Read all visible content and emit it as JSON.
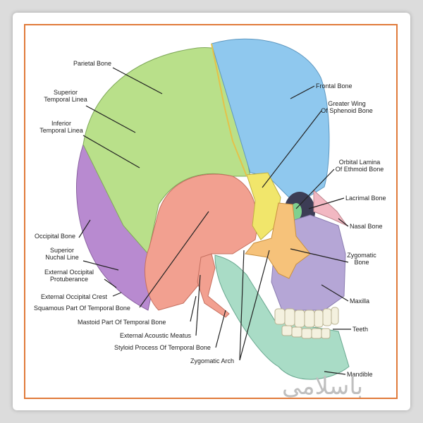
{
  "labels": {
    "parietal_bone": "Parietal Bone",
    "superior_temporal_linea": "Superior\nTemporal Linea",
    "inferior_temporal_linea": "Inferior\nTemporal Linea",
    "occipital_bone": "Occipital Bone",
    "superior_nuchal_line": "Superior\nNuchal Line",
    "external_occipital_protuberance": "External Occipital\nProtuberance",
    "external_occipital_crest": "External Occipital Crest",
    "squamous_part": "Squamous Part Of Temporal Bone",
    "mastoid_part": "Mastoid Part Of Temporal Bone",
    "external_acoustic_meatus": "External Acoustic Meatus",
    "styloid_process": "Styloid Process Of Temporal Bone",
    "zygomatic_arch": "Zygomatic Arch",
    "frontal_bone": "Frontal Bone",
    "greater_wing": "Greater Wing\nOf Sphenoid Bone",
    "orbital_lamina": "Orbital Lamina\nOf Ethmoid Bone",
    "lacrimal_bone": "Lacrimal Bone",
    "nasal_bone": "Nasal Bone",
    "zygomatic_bone": "Zygomatic\nBone",
    "maxilla": "Maxilla",
    "teeth": "Teeth",
    "mandible": "Mandible"
  },
  "watermark": "باسلامی",
  "colors": {
    "parietal": "#b9e08a",
    "frontal": "#8fc8ee",
    "occipital": "#b88ad0",
    "temporal": "#f2a090",
    "sphenoid": "#f1e66b",
    "zygomatic": "#f6c27a",
    "maxilla": "#b5a6d6",
    "mandible": "#a9dcc6",
    "teeth": "#f4f1df",
    "nasal": "#f2b8c2",
    "ethmoid": "#7fd08f",
    "frame": "#e07a3a"
  }
}
